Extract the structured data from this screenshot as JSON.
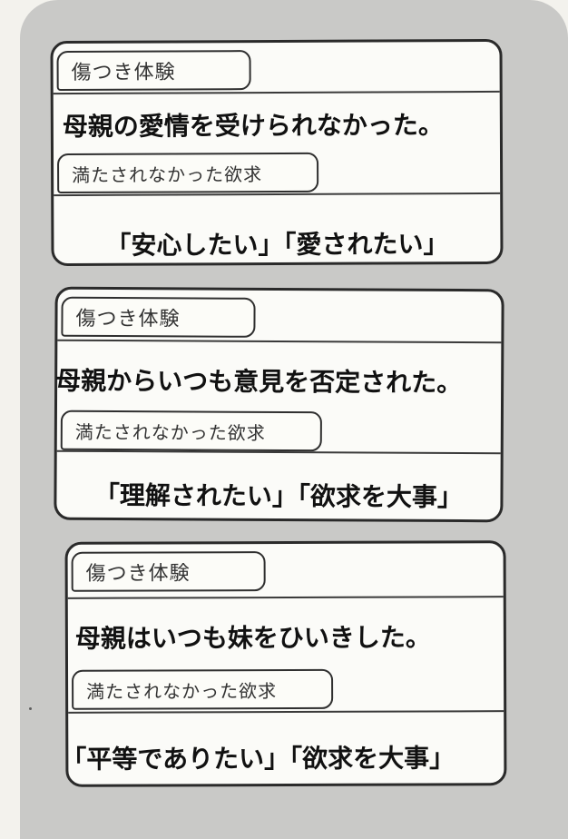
{
  "cards": [
    {
      "tab_experience": "傷つき体験",
      "experience": "母親の愛情を受けられなかった。",
      "tab_need": "満たされなかった欲求",
      "needs": "「安心したい」「愛されたい」"
    },
    {
      "tab_experience": "傷つき体験",
      "experience": "母親からいつも意見を否定された。",
      "tab_need": "満たされなかった欲求",
      "needs": "「理解されたい」「欲求を大事」"
    },
    {
      "tab_experience": "傷つき体験",
      "experience": "母親はいつも妹をひいきした。",
      "tab_need": "満たされなかった欲求",
      "needs": "「平等でありたい」「欲求を大事」"
    }
  ]
}
